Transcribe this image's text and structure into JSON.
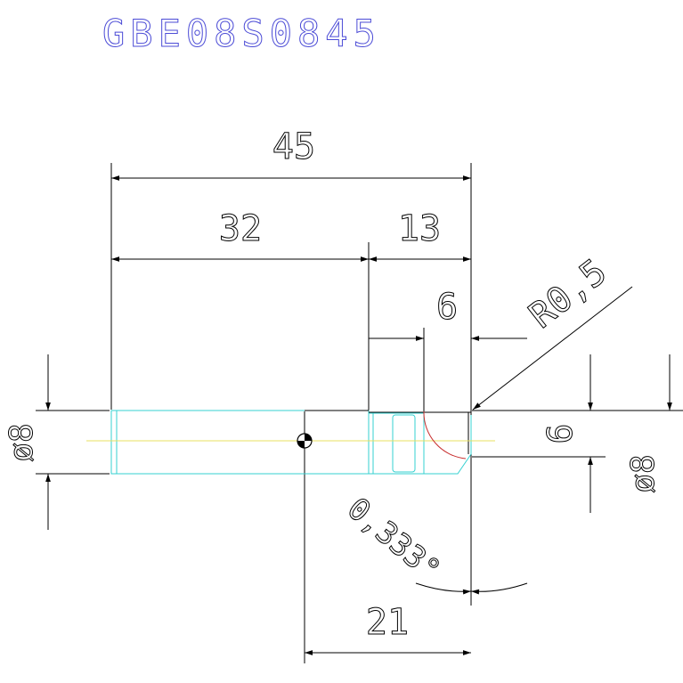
{
  "drawing": {
    "part_number": "GBE08S0845",
    "colors": {
      "title": "#4b4bd6",
      "outline": "#000000",
      "body": "#35d0d0",
      "centerline": "#e8e060",
      "radius_arc": "#c83030"
    },
    "dimensions": {
      "overall_length": "45",
      "shank_length": "32",
      "head_length": "13",
      "neck_length": "6",
      "corner_radius": "R0,5",
      "neck_diameter": "6",
      "right_diameter": "ø8",
      "left_diameter": "ø8",
      "angle": "0,333°",
      "bottom_length": "21"
    }
  }
}
